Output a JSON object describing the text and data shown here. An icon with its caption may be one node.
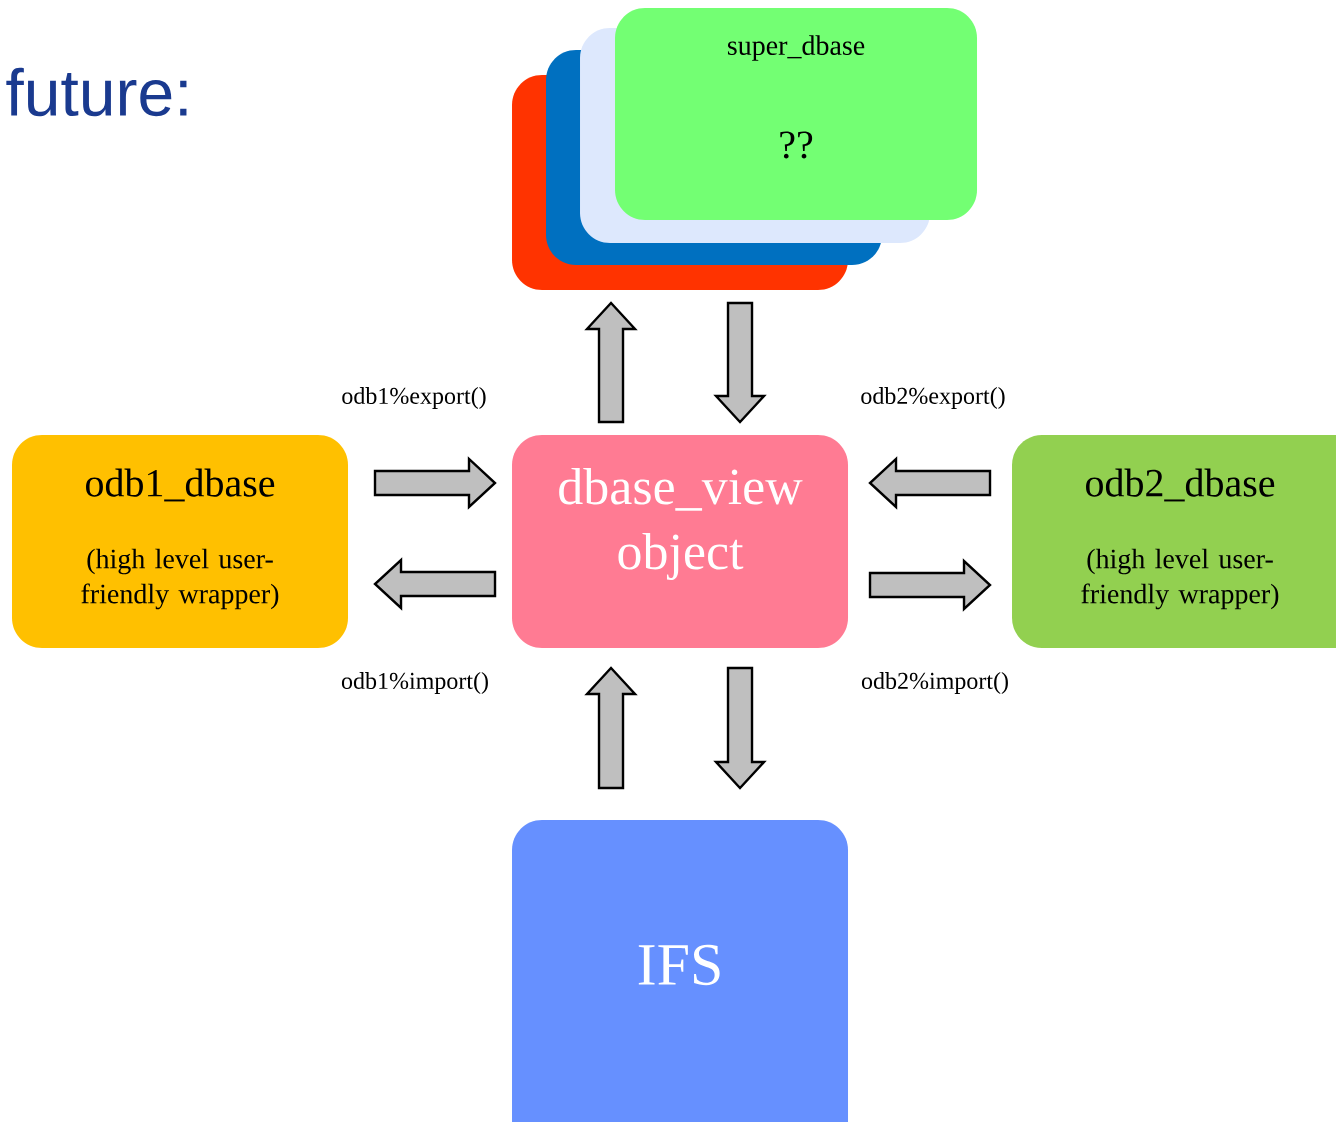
{
  "diagram": {
    "title": "future:",
    "nodes": [
      {
        "text": [
          "super_dbase",
          "??"
        ]
      },
      {
        "text": [
          "odb1_dbase",
          "(high level user-friendly wrapper)"
        ]
      },
      {
        "text": [
          "dbase_view object"
        ]
      },
      {
        "text": [
          "odb2_dbase",
          "(high level user-friendly wrapper)"
        ]
      },
      {
        "text": [
          "IFS"
        ]
      }
    ],
    "edges": [
      {
        "from": 2,
        "to": 0,
        "arrow": "to"
      },
      {
        "from": 0,
        "to": 2,
        "arrow": "to"
      },
      {
        "from": 1,
        "to": 2,
        "arrow": "to",
        "label": "odb1%export()"
      },
      {
        "from": 2,
        "to": 1,
        "arrow": "to",
        "label": "odb1%import()"
      },
      {
        "from": 3,
        "to": 2,
        "arrow": "to",
        "label": "odb2%export()"
      },
      {
        "from": 2,
        "to": 3,
        "arrow": "to",
        "label": "odb2%import()"
      },
      {
        "from": 4,
        "to": 2,
        "arrow": "to"
      },
      {
        "from": 2,
        "to": 4,
        "arrow": "to"
      }
    ]
  }
}
